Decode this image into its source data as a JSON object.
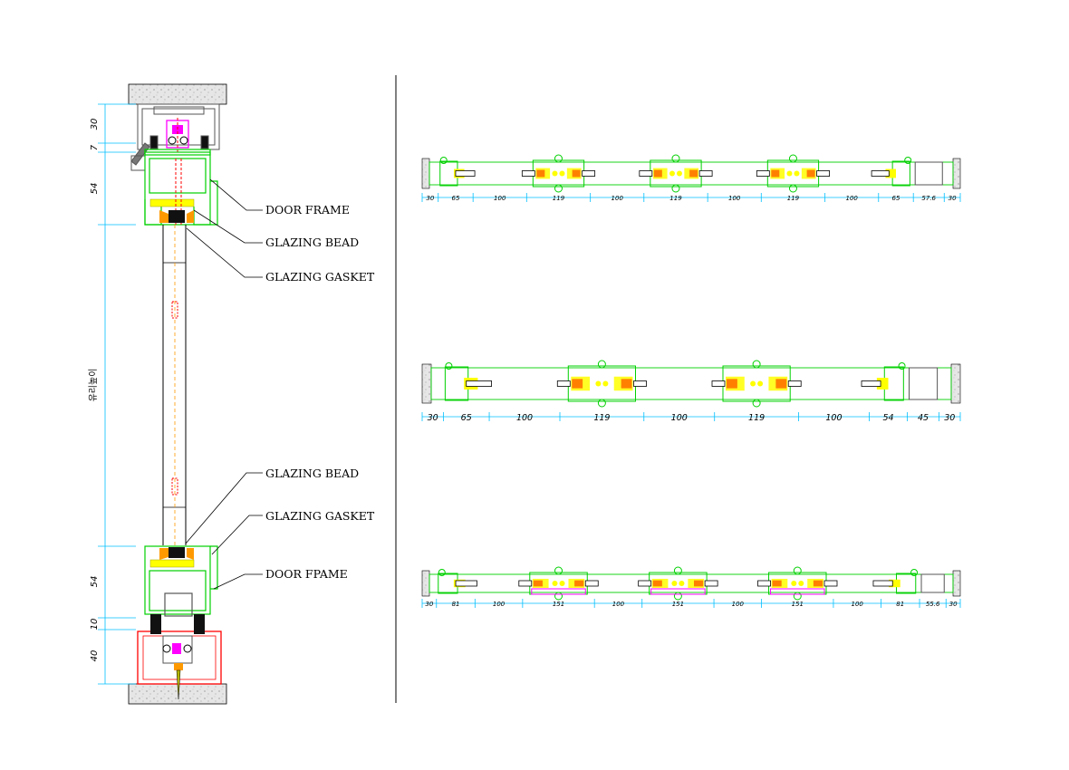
{
  "colors": {
    "frame": "#00d000",
    "dim": "#00bfff",
    "bead": "#ffff00",
    "gasket": "#ff8000",
    "roller": "#ff00ff",
    "track": "#ff0000",
    "concrete": "#e0e0e0",
    "ink": "#000000"
  },
  "section": {
    "callouts_top": [
      "DOOR FRAME",
      "GLAZING BEAD",
      "GLAZING GASKET"
    ],
    "callouts_bottom": [
      "GLAZING BEAD",
      "GLAZING GASKET",
      "DOOR FPAME"
    ],
    "dims_top": [
      "30",
      "7",
      "54"
    ],
    "glass_label": "유리높이",
    "dims_bottom": [
      "54",
      "10",
      "40"
    ]
  },
  "plans": [
    {
      "dims": [
        "30",
        "65",
        "100",
        "119",
        "100",
        "119",
        "100",
        "119",
        "100",
        "65",
        "57.6",
        "30"
      ]
    },
    {
      "dims": [
        "30",
        "65",
        "100",
        "119",
        "100",
        "119",
        "100",
        "54",
        "45",
        "30"
      ]
    },
    {
      "dims": [
        "30",
        "81",
        "100",
        "151",
        "100",
        "151",
        "100",
        "151",
        "100",
        "81",
        "55.6",
        "30"
      ]
    }
  ]
}
